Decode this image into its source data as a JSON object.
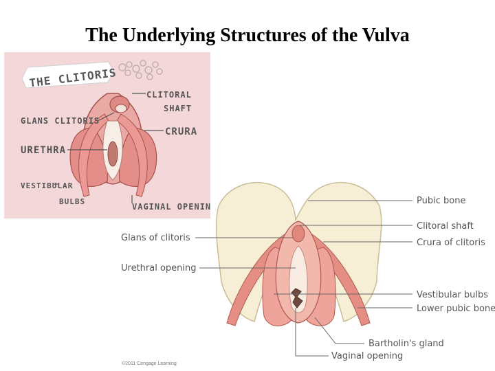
{
  "title": "The Underlying Structures of the Vulva",
  "inset": {
    "banner": "THE CLITORIS",
    "labels": {
      "clitoral": "CLITORAL",
      "shaft": "SHAFT",
      "glans": "GLANS CLITORIS",
      "crura": "CRURA",
      "urethra": "URETHRA",
      "vestibular": "VESTIBULAR",
      "bulbs": "BULBS",
      "vaginal_opening": "VAGINAL OPENING"
    }
  },
  "main": {
    "labels": {
      "pubic_bone": "Pubic bone",
      "clitoral_shaft": "Clitoral shaft",
      "crura": "Crura of clitoris",
      "glans": "Glans of clitoris",
      "urethral_opening": "Urethral opening",
      "vestibular_bulbs": "Vestibular bulbs",
      "lower_pubic_bone": "Lower pubic bone",
      "bartholins": "Bartholin's gland",
      "vaginal_opening": "Vaginal opening"
    },
    "copyright": "©2011 Cengage Learning"
  }
}
